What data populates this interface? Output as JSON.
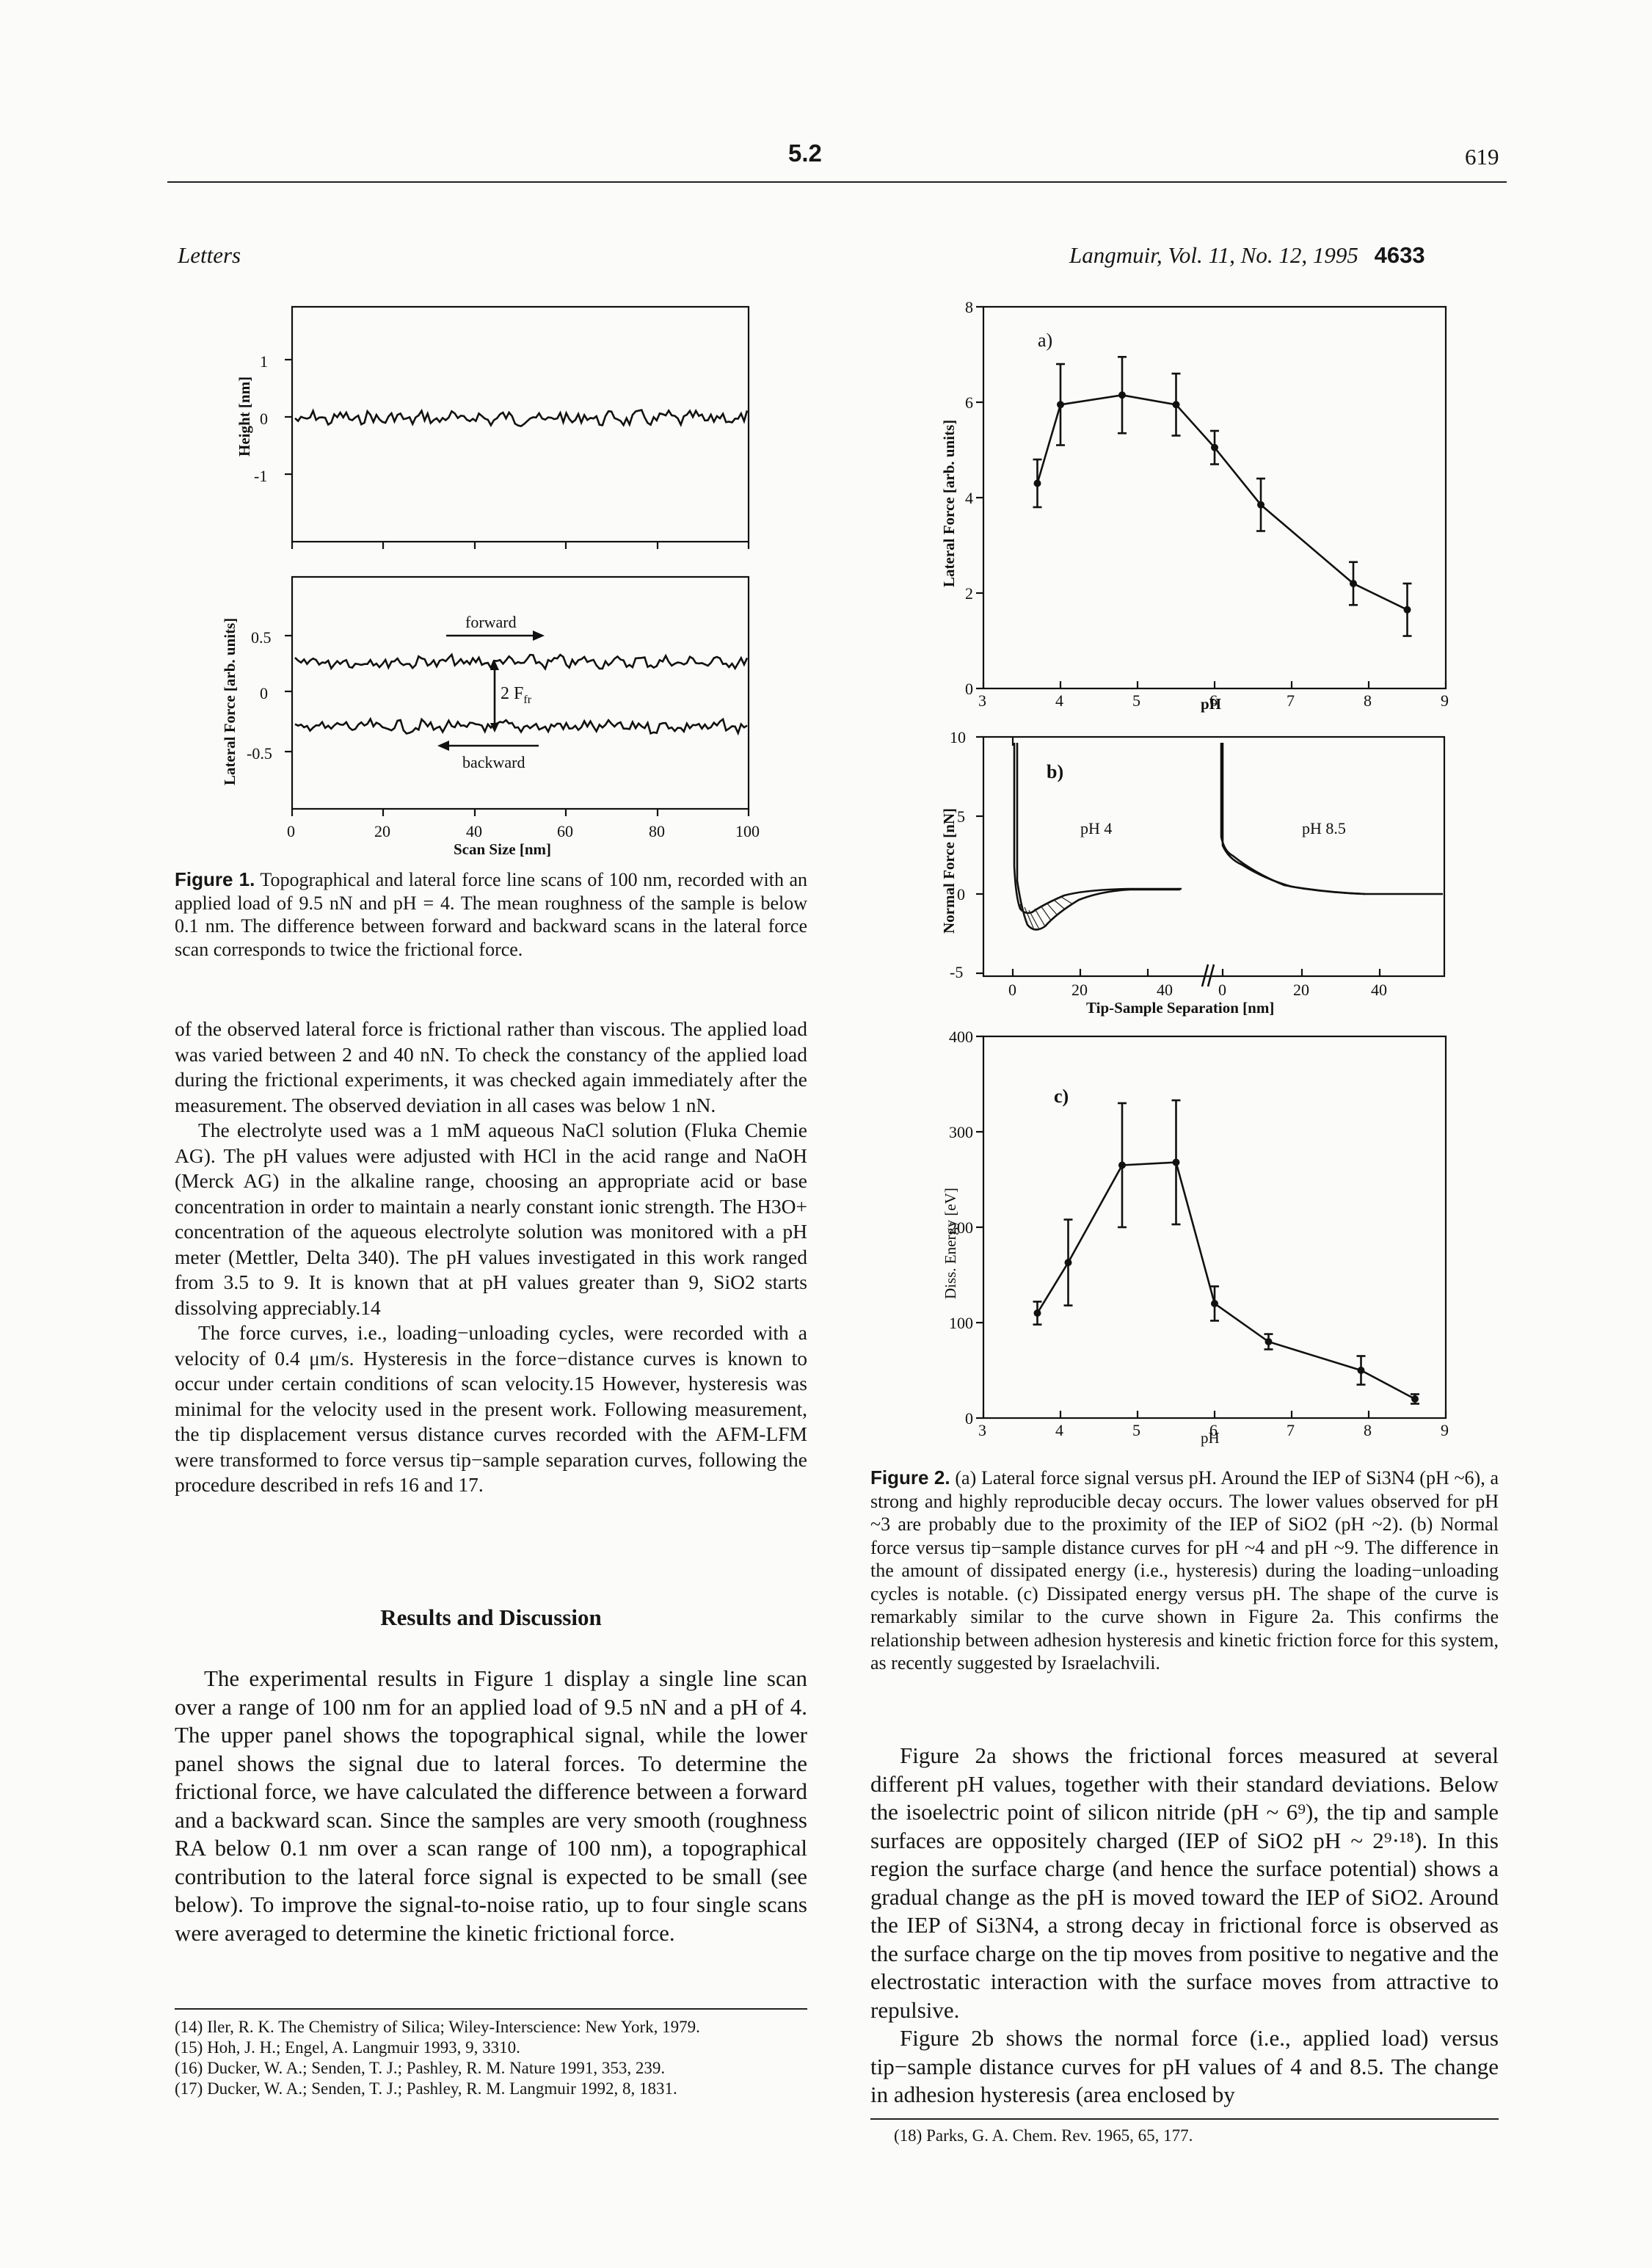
{
  "page": {
    "section_number": "5.2",
    "page_number": "619",
    "running_left": "Letters",
    "running_right": "Langmuir, Vol. 11, No. 12, 1995",
    "journal_page": "4633"
  },
  "fig1": {
    "height_ylabel": "Height [nm]",
    "lateral_ylabel": "Lateral Force [arb. units]",
    "xlabel": "Scan Size [nm]",
    "forward": "forward",
    "backward": "backward",
    "ffr": "2 F",
    "ffr_sub": "fr",
    "height_ticks": [
      "1",
      "0",
      "-1"
    ],
    "lateral_ticks": [
      "0.5",
      "0",
      "-0.5"
    ],
    "x_ticks": [
      "0",
      "20",
      "40",
      "60",
      "80",
      "100"
    ],
    "caption_label": "Figure 1.",
    "caption": "Topographical and lateral force line scans of 100 nm, recorded with an applied load of 9.5 nN and pH = 4. The mean roughness of the sample is below 0.1 nm. The difference between forward and backward scans in the lateral force scan corresponds to twice the frictional force."
  },
  "fig2": {
    "caption_label": "Figure 2.",
    "caption": "(a) Lateral force signal versus pH. Around the IEP of Si3N4 (pH ~6), a strong and highly reproducible decay occurs. The lower values observed for pH ~3 are probably due to the proximity of the IEP of SiO2 (pH ~2). (b) Normal force versus tip−sample distance curves for pH ~4 and pH ~9. The difference in the amount of dissipated energy (i.e., hysteresis) during the loading−unloading cycles is notable. (c) Dissipated energy versus pH. The shape of the curve is remarkably similar to the curve shown in Figure 2a. This confirms the relationship between adhesion hysteresis and kinetic friction force for this system, as recently suggested by Israelachvili.",
    "b": {
      "panel_label": "b)",
      "ylabel": "Normal Force [nN]",
      "xlabel": "Tip-Sample Separation [nm]",
      "y_ticks": [
        "10",
        "5",
        "0",
        "-5"
      ],
      "x_ticks_left": [
        "0",
        "20",
        "40"
      ],
      "x_ticks_right": [
        "0",
        "20",
        "40"
      ],
      "label_ph4": "pH 4",
      "label_ph85": "pH 8.5"
    }
  },
  "chart_data": [
    {
      "type": "line",
      "panel_label": "a)",
      "xlabel": "pH",
      "ylabel": "Lateral Force [arb. units]",
      "xlim": [
        3,
        9
      ],
      "ylim": [
        0,
        8
      ],
      "x_ticks": [
        3,
        4,
        5,
        6,
        7,
        8,
        9
      ],
      "y_ticks": [
        0,
        2,
        4,
        6,
        8
      ],
      "x": [
        3.7,
        4.0,
        4.8,
        5.5,
        6.0,
        6.6,
        7.8,
        8.5
      ],
      "y": [
        4.3,
        5.95,
        6.15,
        5.95,
        5.05,
        3.85,
        2.2,
        1.65
      ],
      "err": [
        0.5,
        0.85,
        0.8,
        0.65,
        0.35,
        0.55,
        0.45,
        0.55
      ]
    },
    {
      "type": "line",
      "panel_label": "c)",
      "xlabel": "pH",
      "ylabel": "Diss. Energy [eV]",
      "xlim": [
        3,
        9
      ],
      "ylim": [
        0,
        400
      ],
      "x_ticks": [
        3,
        4,
        5,
        6,
        7,
        8,
        9
      ],
      "y_ticks": [
        0,
        100,
        200,
        300,
        400
      ],
      "x": [
        3.7,
        4.1,
        4.8,
        5.5,
        6.0,
        6.7,
        7.9,
        8.6
      ],
      "y": [
        110,
        163,
        265,
        268,
        120,
        80,
        50,
        20
      ],
      "err": [
        12,
        45,
        65,
        65,
        18,
        8,
        15,
        5
      ]
    }
  ],
  "left_column": {
    "p1": "of the observed lateral force is frictional rather than viscous. The applied load was varied between 2 and 40 nN. To check the constancy of the applied load during the frictional experiments, it was checked again immediately after the measurement. The observed deviation in all cases was below 1 nN.",
    "p2": "The electrolyte used was a 1 mM aqueous NaCl solution (Fluka Chemie AG). The pH values were adjusted with HCl in the acid range and NaOH (Merck AG) in the alkaline range, choosing an appropriate acid or base concentration in order to maintain a nearly constant ionic strength. The H3O+ concentration of the aqueous electrolyte solution was monitored with a pH meter (Mettler, Delta 340). The pH values investigated in this work ranged from 3.5 to 9. It is known that at pH values greater than 9, SiO2 starts dissolving appreciably.14",
    "p3": "The force curves, i.e., loading−unloading cycles, were recorded with a velocity of 0.4 μm/s. Hysteresis in the force−distance curves is known to occur under certain conditions of scan velocity.15 However, hysteresis was minimal for the velocity used in the present work. Following measurement, the tip displacement versus distance curves recorded with the AFM-LFM were transformed to force versus tip−sample separation curves, following the procedure described in refs 16 and 17.",
    "section_title": "Results and Discussion",
    "p4": "The experimental results in Figure 1 display a single line scan over a range of 100 nm for an applied load of 9.5 nN and a pH of 4. The upper panel shows the topographical signal, while the lower panel shows the signal due to lateral forces. To determine the frictional force, we have calculated the difference between a forward and a backward scan. Since the samples are very smooth (roughness RA below 0.1 nm over a scan range of 100 nm), a topographical contribution to the lateral force signal is expected to be small (see below). To improve the signal-to-noise ratio, up to four single scans were averaged to determine the kinetic frictional force."
  },
  "right_column": {
    "p1": "Figure 2a shows the frictional forces measured at several different pH values, together with their standard deviations. Below the isoelectric point of silicon nitride (pH ~ 6⁹), the tip and sample surfaces are oppositely charged (IEP of SiO2 pH ~ 2⁹·¹⁸). In this region the surface charge (and hence the surface potential) shows a gradual change as the pH is moved toward the IEP of SiO2. Around the IEP of Si3N4, a strong decay in frictional force is observed as the surface charge on the tip moves from positive to negative and the electrostatic interaction with the surface moves from attractive to repulsive.",
    "p2": "Figure 2b shows the normal force (i.e., applied load) versus tip−sample distance curves for pH values of 4 and 8.5. The change in adhesion hysteresis (area enclosed by"
  },
  "references_left": [
    "(14) Iler, R. K. The Chemistry of Silica; Wiley-Interscience: New York, 1979.",
    "(15) Hoh, J. H.; Engel, A. Langmuir 1993, 9, 3310.",
    "(16) Ducker, W. A.; Senden, T. J.; Pashley, R. M. Nature 1991, 353, 239.",
    "(17) Ducker, W. A.; Senden, T. J.; Pashley, R. M. Langmuir 1992, 8, 1831."
  ],
  "references_right": [
    "(18) Parks, G. A. Chem. Rev. 1965, 65, 177."
  ]
}
